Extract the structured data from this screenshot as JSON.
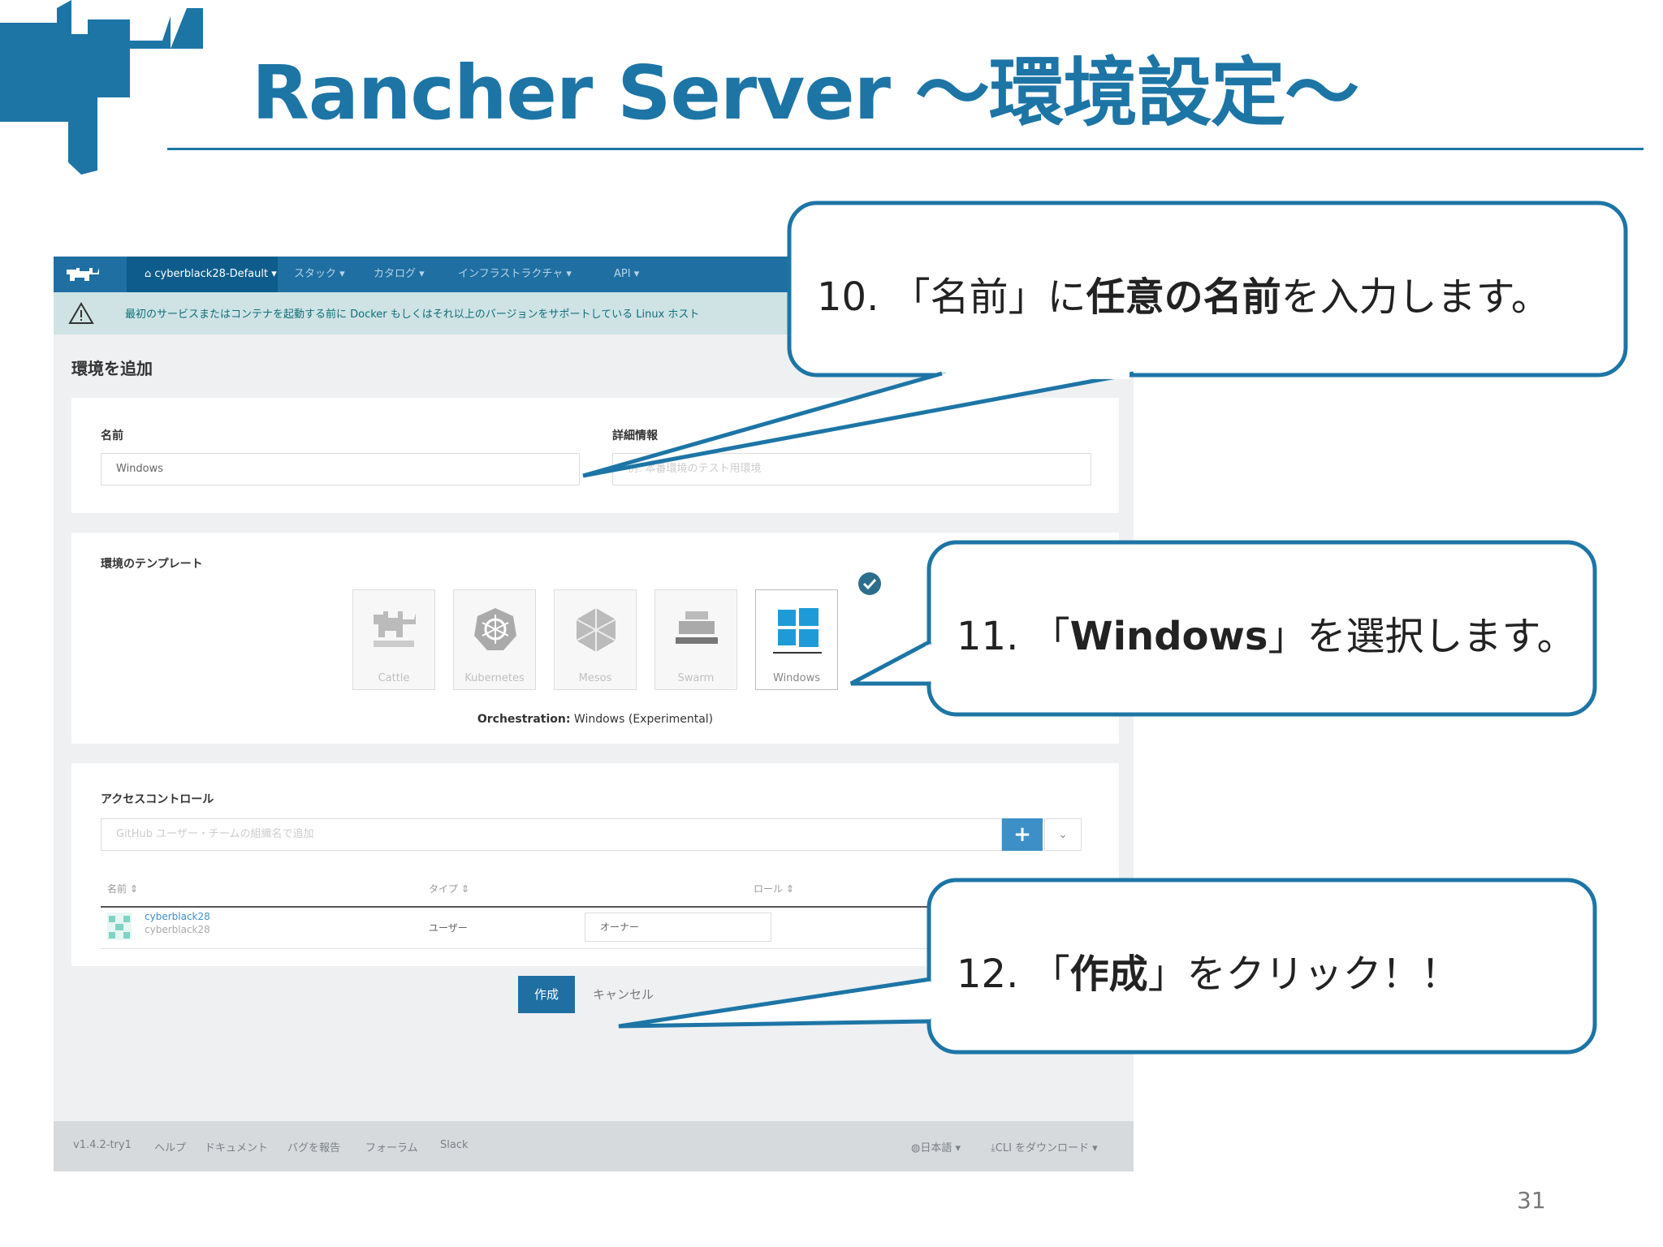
{
  "slide": {
    "title": "Rancher Server ～環境設定～",
    "page_number": "31",
    "accent_color": "#1d75a6"
  },
  "app": {
    "nav": {
      "environment": "cyberblack28-Default",
      "items": [
        "スタック",
        "カタログ",
        "インフラストラクチャ",
        "API"
      ]
    },
    "alert": "最初のサービスまたはコンテナを起動する前に Docker もしくはそれ以上のバージョンをサポートしている Linux ホスト",
    "page_heading": "環境を追加",
    "name_label": "名前",
    "name_value": "Windows",
    "description_label": "詳細情報",
    "description_placeholder": "例: 本番環境のテスト用環境",
    "template_label": "環境のテンプレート",
    "templates": [
      {
        "label": "Cattle",
        "icon": "cattle-icon"
      },
      {
        "label": "Kubernetes",
        "icon": "kubernetes-icon"
      },
      {
        "label": "Mesos",
        "icon": "mesos-icon"
      },
      {
        "label": "Swarm",
        "icon": "swarm-icon"
      },
      {
        "label": "Windows",
        "icon": "windows-icon",
        "selected": true
      }
    ],
    "orchestration_label": "Orchestration:",
    "orchestration_value": "Windows (Experimental)",
    "access_label": "アクセスコントロール",
    "access_placeholder": "GitHub ユーザー・チームの組織名で追加",
    "columns": [
      "名前",
      "タイプ",
      "ロール"
    ],
    "members": [
      {
        "name": "cyberblack28",
        "sub": "cyberblack28",
        "type": "ユーザー",
        "role": "オーナー"
      }
    ],
    "create_label": "作成",
    "cancel_label": "キャンセル",
    "footer": {
      "version": "v1.4.2-try1",
      "links": [
        "ヘルプ",
        "ドキュメント",
        "バグを報告",
        "フォーラム",
        "Slack"
      ],
      "language": "日本語",
      "cli": "CLI をダウンロード"
    }
  },
  "callouts": [
    {
      "number": "10.",
      "pre": "「名前」に",
      "bold": "任意の名前",
      "post": "を入力します。"
    },
    {
      "number": "11.",
      "pre": "「",
      "bold": "Windows",
      "post": "」を選択します。"
    },
    {
      "number": "12.",
      "pre": "「",
      "bold": "作成",
      "post": "」をクリック！！"
    }
  ]
}
